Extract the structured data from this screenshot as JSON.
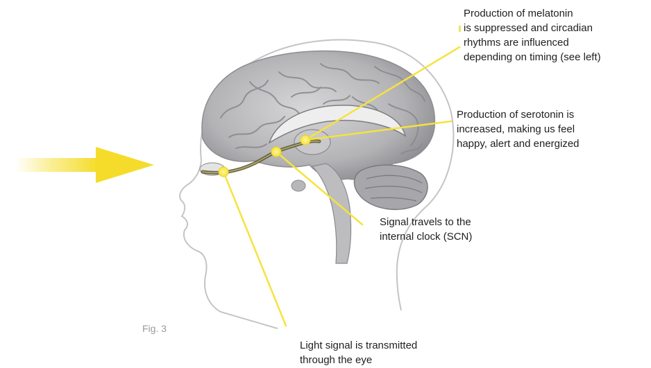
{
  "labels": {
    "melatonin": [
      "Production of melatonin",
      "is suppressed and circadian",
      "rhythms are influenced",
      "depending on timing (see left)"
    ],
    "serotonin": [
      "Production of serotonin is",
      "increased, making us feel",
      "happy, alert and energized"
    ],
    "signal": [
      "Signal travels to the",
      "internal clock (SCN)"
    ],
    "eye": [
      "Light signal is transmitted",
      "through the eye"
    ]
  },
  "caption": "Fig. 3",
  "colors": {
    "accent": "#f5e33c",
    "arrow": "#f7e24a",
    "pathway": "#58542c",
    "text": "#1e1e1e",
    "caption": "#9a9a9a"
  }
}
